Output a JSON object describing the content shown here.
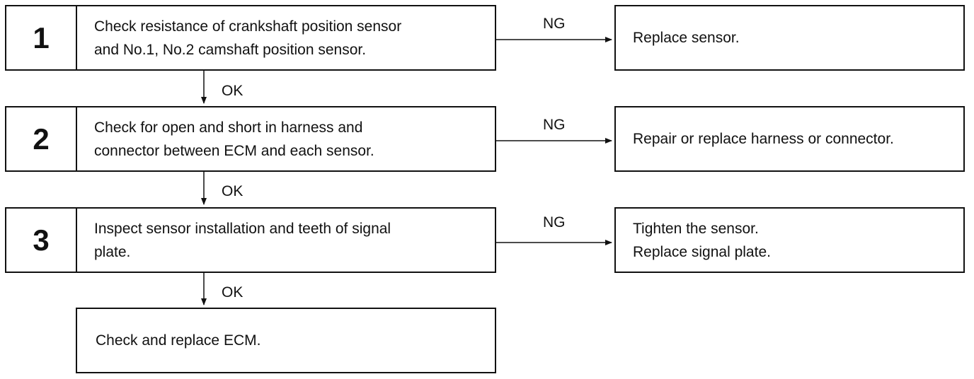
{
  "steps": [
    {
      "number": "1",
      "lines": [
        "Check resistance of crankshaft position sensor",
        "and No.1, No.2 camshaft position sensor."
      ],
      "ng_label": "NG",
      "ng_result": [
        "Replace sensor."
      ],
      "ok_label": "OK"
    },
    {
      "number": "2",
      "lines": [
        "Check for open and short in harness and",
        "connector between ECM and each sensor."
      ],
      "ng_label": "NG",
      "ng_result": [
        "Repair or replace harness or connector."
      ],
      "ok_label": "OK"
    },
    {
      "number": "3",
      "lines": [
        "Inspect sensor installation and teeth of signal",
        "plate."
      ],
      "ng_label": "NG",
      "ng_result": [
        "Tighten the sensor.",
        "Replace signal plate."
      ],
      "ok_label": "OK"
    }
  ],
  "final": {
    "text": "Check and replace ECM."
  }
}
